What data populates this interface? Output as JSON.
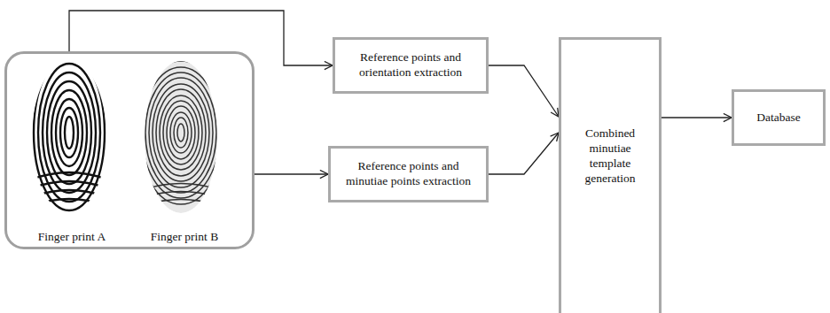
{
  "diagram": {
    "nodes": [
      {
        "text": [
          "Finger print A",
          "Finger print B"
        ]
      },
      {
        "text": [
          "Reference points and orientation extraction"
        ]
      },
      {
        "text": [
          "Reference points and minutiae points extraction"
        ]
      },
      {
        "text": [
          "Combined minutiae template generation"
        ]
      },
      {
        "text": [
          "Database"
        ]
      }
    ],
    "edges": [
      {
        "from": 0,
        "to": 1,
        "arrow": "to"
      },
      {
        "from": 0,
        "to": 2,
        "arrow": "to"
      },
      {
        "from": 1,
        "to": 3,
        "arrow": "to"
      },
      {
        "from": 2,
        "to": 3,
        "arrow": "to"
      },
      {
        "from": 3,
        "to": 4,
        "arrow": "to"
      }
    ]
  }
}
